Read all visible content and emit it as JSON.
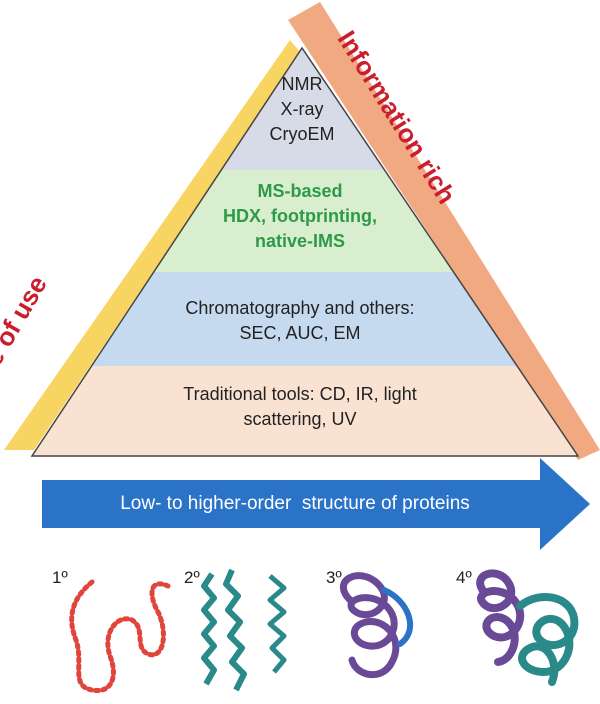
{
  "side_labels": {
    "left": "Ease of use",
    "right": "Information rich"
  },
  "pyramid": {
    "levels": [
      {
        "lines": [
          "NMR",
          "X-ray",
          "CryoEM"
        ],
        "fill": "#d7dbe8"
      },
      {
        "lines": [
          "MS-based",
          "HDX, footprinting,",
          "native-IMS"
        ],
        "fill": "#d8eecf",
        "text_color": "#2e9a48"
      },
      {
        "lines": [
          "Chromatography and others:",
          "SEC, AUC, EM"
        ],
        "fill": "#c5d9ef"
      },
      {
        "lines": [
          "Traditional tools: CD, IR, light",
          "scattering, UV"
        ],
        "fill": "#fae2d2"
      }
    ]
  },
  "arrow": {
    "label": "Low- to higher-order  structure of proteins",
    "color": "#2a73c7"
  },
  "orders": [
    "1º",
    "2º",
    "3º",
    "4º"
  ],
  "colors": {
    "ease_band": "#f7cf52",
    "info_band": "#f0a074",
    "side_text": "#c81e2d",
    "primary_dots": "#e0453c",
    "secondary": "#2a8a8a",
    "tertiary_purple": "#6a4a96",
    "quaternary_teal": "#2a8a8a"
  }
}
